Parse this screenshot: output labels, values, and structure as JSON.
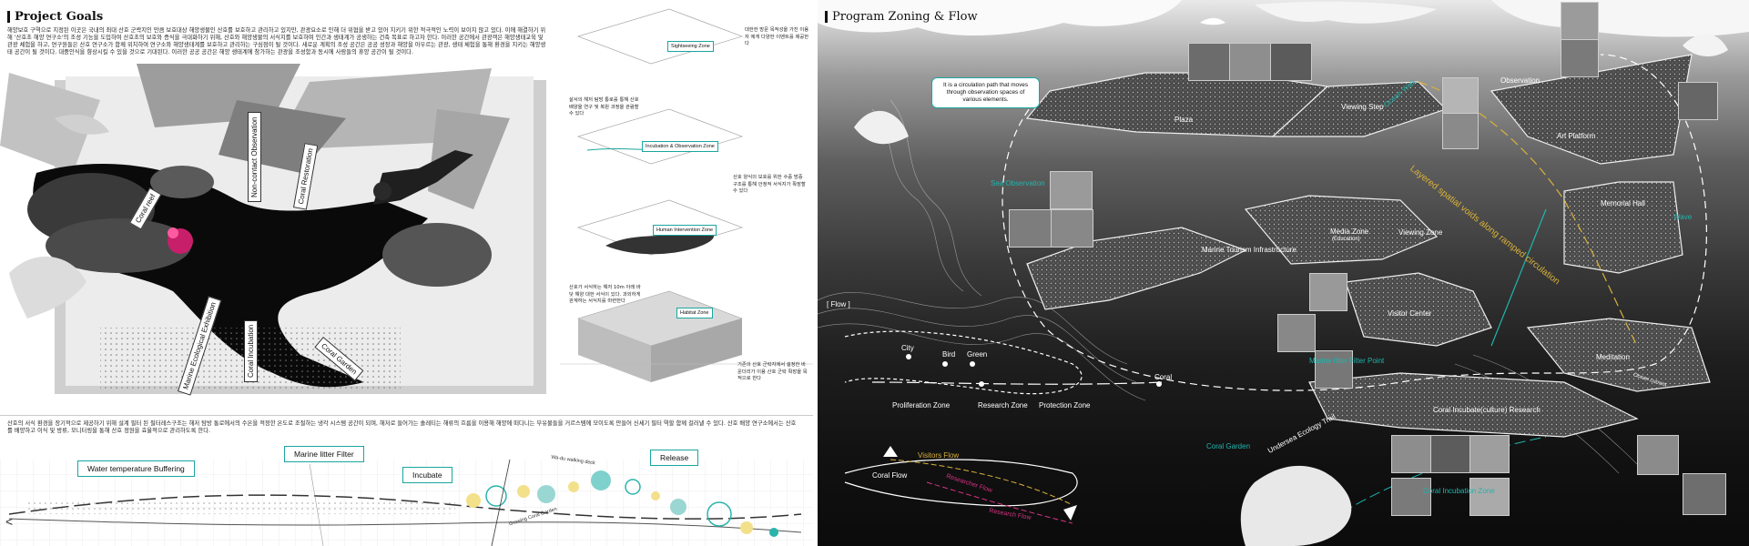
{
  "left": {
    "title": "Project Goals",
    "intro": "해양보호 구역으로 지정된 이곳은 국내의 최대 산호 군락지인 만큼 보호대상 해양생물인 산호를 보호하고 관리하고 있지만, 관광요소로 인해 더 위협을 받고 있어 지키기 위한 적극적인 노력이 보이지 않고 있다. 이에 해결하기 위해 '산호초 해양 연구소'의 조성 기능을 도입하여 산호초의 보호와 증식을 극대화하기 위해, 산호와 해양생물의 서식지를 보호하며 인간과 생태계가 공생하는 건축 목표로 하고자 한다. 이러한 공간에서 관광객은 해양생태교육 및 관광 체험을 하고, 연구원들은 산호 연구소가 함께 위치하여 연구소와 해양생태계를 보호하고 관리하는 구심점이 될 것이다. 새로운 계획의 조성 공간은 공공 성장과 해양을 아우르는 관광, 생태 체험을 통해 환경을 지키는 해양생태 공간이 될 것이다. 대중인식을 향상시킬 수 있을 것으로 기대된다. 이러한 공공 공간은 해양 생태계에 참가하는 관광을 조성함과 동시에 사람들의 휴양 공간이 될 것이다.",
    "diagram_labels": {
      "coral_reef": "Coral reef",
      "non_contact": "Non-contact Observation",
      "coral_restoration": "Coral Restoration",
      "marine_ecological": "Marine Ecological Exhibition",
      "coral_incubation": "Coral Incubation",
      "coral_garden": "Coral Garden"
    },
    "axon": {
      "zones": [
        "Sightseeing Zone",
        "Incubation & Observation Zone",
        "Human Intervention Zone",
        "Habitat Zone"
      ],
      "notes": [
        "대한한 방문 목적성을 가진 이용자 에게 다양한 이벤트를 제공한다",
        "살서의 해저 탐방 통로를 통해 산호 배양을 연구 및 복원 과정을 관람할 수 있다",
        "산호 양식의 보호를 위한 수중 방증 구조를 통해 안정적 서식지가 확장할 수 있다",
        "산호가 서식하는 해저 10m 아래 바닷 해양 대한 서식이 있다. 과외하게 관계하는 서식지를 마련한다",
        "기존의 산호 군락지에서 설정한 바운더리가 이용 산호 군락 확장을 목적으로 한다"
      ]
    },
    "bottom_text": "산호의 서식 환경을 장기적으로 제공하기 위해 설계 필터 된 필터레스구조는 해저 탐방 통로에서의 수온을 적정한 온도로 조절하는 냉각 시스템 공간이 되며, 해저로 들어가는 솔레티는 해류의 흐름을 이용해 해양에 떠다니는 부유물들을 거르스템에 모이도록 만들어 신세기 필터 역할 함께 걸러낼 수 있다. 산호 배양 연구소에서는 산호를 배양하고 이식 및 방류, 모니터링을 통해 산호 정원을 효율적으로 관리하도록 한다.",
    "legend": {
      "water_temp": "Water temperature Buffering",
      "marine_litter": "Marine litter Filter",
      "incubate": "Incubate",
      "release": "Release",
      "wetland_path": "Wa-du walking deck",
      "growing": "Growing Coral Garden"
    },
    "prev_arrow": "<"
  },
  "right": {
    "title": "Program Zoning & Flow",
    "speech": "It is a circulation path that moves through observation spaces of various elements.",
    "zones": {
      "plaza": "Plaza",
      "viewing_step": "Viewing Step",
      "observation": "Observation",
      "art_platform": "Art Platform",
      "marine_tourism": "Marine Tourism Infrastructure",
      "media_zone": "Media Zone",
      "media_sub": "(Education)",
      "viewing_zone": "Viewing Zone",
      "memorial_hall": "Memorial Hall",
      "visitor_center": "Visitor Center",
      "meditation": "Meditation",
      "coral_research": "Coral Incubate(culture) Research",
      "undersea_trail": "Undersea Ecology Trail",
      "ocean_current": "Ocean current"
    },
    "teal_labels": {
      "sea_observation": "Sea Observation",
      "ocean_walk": "Ocean Walk",
      "marine_litter_point": "Marine litter Filter Point",
      "coral_garden": "Coral Garden",
      "coral_incubation_zone": "Coral Incubation Zone",
      "wave": "Wave"
    },
    "layered_text": "Layered spatial voids along ramped circulation",
    "flow": {
      "heading": "[ Flow ]",
      "city": "City",
      "bird": "Bird",
      "green": "Green",
      "coral": "Coral",
      "proliferation": "Proliferation Zone",
      "research": "Research Zone",
      "protection": "Protection Zone",
      "visitors_flow": "Visitors Flow",
      "coral_flow": "Coral Flow",
      "researcher_flow": "Researcher Flow",
      "research_flow2": "Research Flow"
    },
    "colors": {
      "teal": "#1fb5ad",
      "yellow": "#d9b13a",
      "magenta": "#d63384"
    }
  }
}
